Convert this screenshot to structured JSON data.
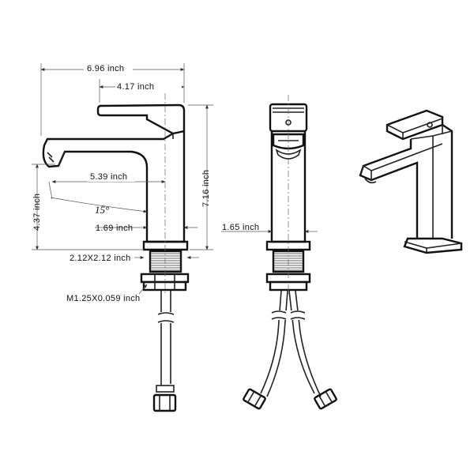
{
  "dimensions": {
    "overall_length": "6.96  inch",
    "spout_to_body": "4.17  inch",
    "spout_reach": "5.39  inch",
    "outlet_height": "4.37 inch",
    "spout_angle": "15°",
    "total_height": "7.16 inch",
    "body_depth_side": "1.69  inch",
    "body_depth_front": "1.65  inch",
    "base_size": "2.12X2.12  inch",
    "thread": "M1.25X0.059  inch"
  },
  "views": [
    "side-view",
    "front-view",
    "perspective-view"
  ],
  "colors": {
    "line": "#222222",
    "background": "#ffffff"
  }
}
